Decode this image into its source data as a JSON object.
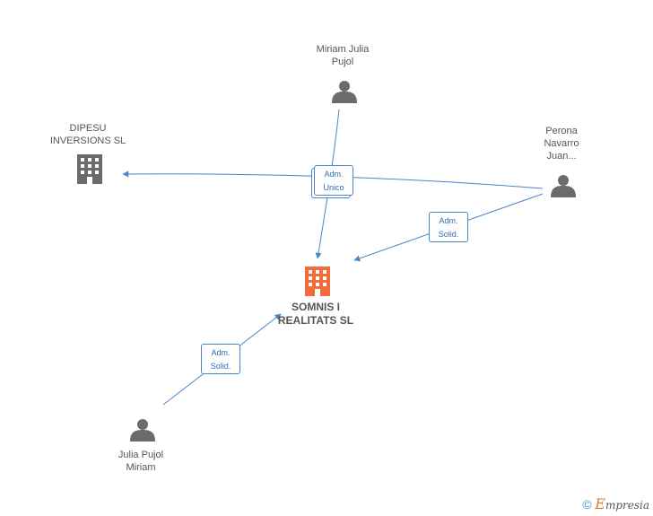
{
  "nodes": {
    "miriam_julia": {
      "line1": "Miriam Julia",
      "line2": "Pujol",
      "type": "person"
    },
    "dipesu": {
      "line1": "DIPESU",
      "line2": "INVERSIONS SL",
      "type": "company"
    },
    "perona": {
      "line1": "Perona",
      "line2": "Navarro",
      "line3": "Juan...",
      "type": "person"
    },
    "somnis": {
      "line1": "SOMNIS I",
      "line2": "REALITATS SL",
      "type": "company-main"
    },
    "julia_pujol": {
      "line1": "Julia Pujol",
      "line2": "Miriam",
      "type": "person"
    }
  },
  "roles": {
    "adm_unico": {
      "line1": "Adm.",
      "line2": "Unico"
    },
    "adm_solid_right": {
      "line1": "Adm.",
      "line2": "Solid."
    },
    "adm_solid_left": {
      "line1": "Adm.",
      "line2": "Solid."
    }
  },
  "colors": {
    "edge": "#4a86c8",
    "person_icon": "#6b6b6b",
    "company_icon": "#6b6b6b",
    "main_company_icon": "#f26b3a"
  },
  "footer": {
    "copyright": "©",
    "brand_first": "E",
    "brand_rest": "mpresia"
  }
}
